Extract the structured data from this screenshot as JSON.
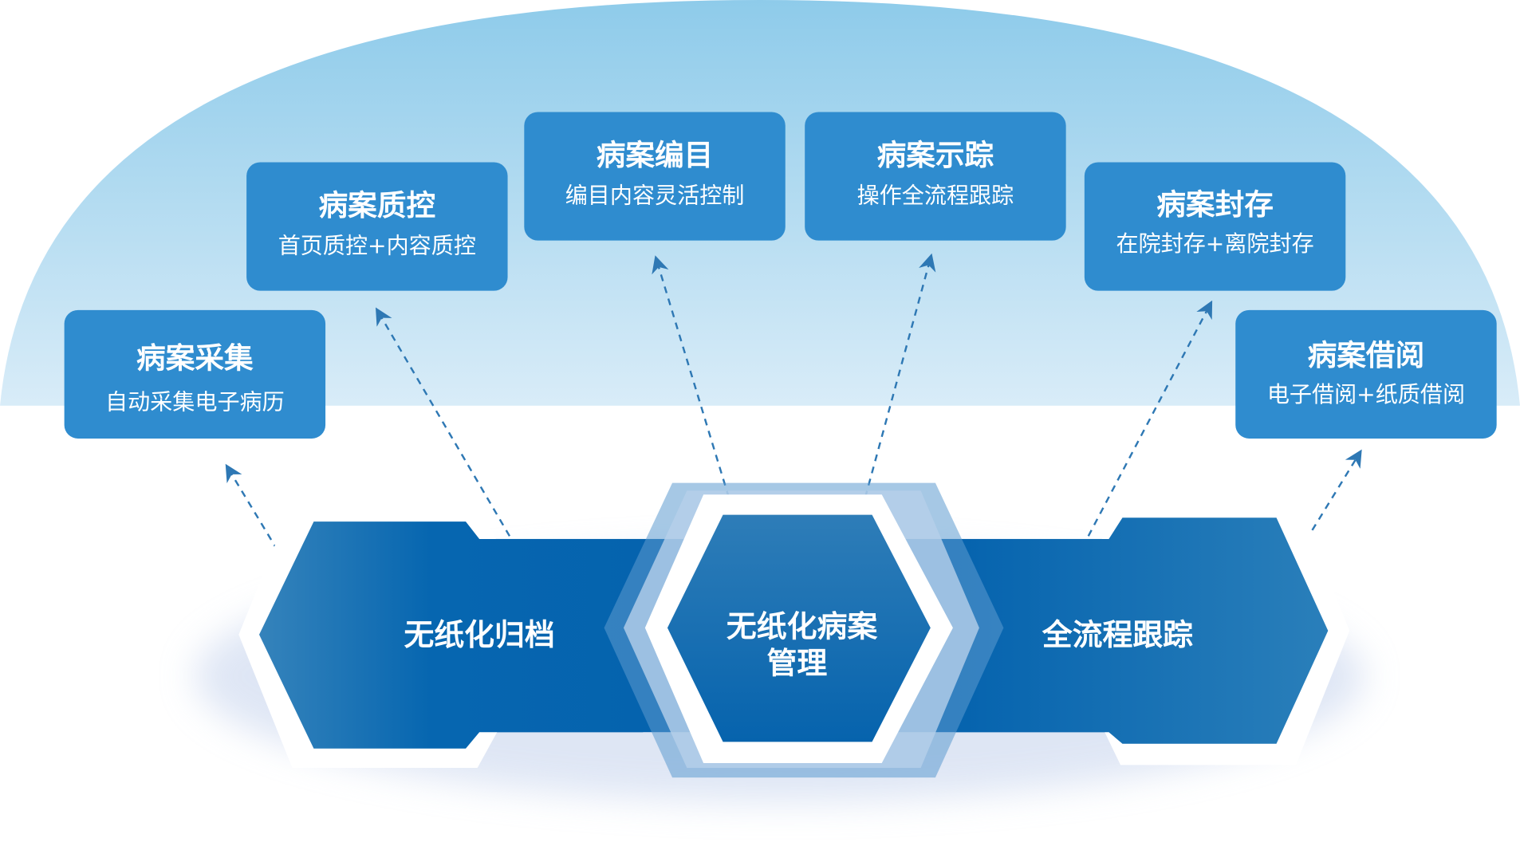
{
  "colors": {
    "box": "#2f8ccf",
    "band": "#0563ae",
    "dome_top": "#8ecbea",
    "arrow": "#2e78b4"
  },
  "boxes": [
    {
      "title": "病案采集",
      "subtitle": "自动采集电子病历"
    },
    {
      "title": "病案质控",
      "subtitle": "首页质控+内容质控"
    },
    {
      "title": "病案编目",
      "subtitle": "编目内容灵活控制"
    },
    {
      "title": "病案示踪",
      "subtitle": "操作全流程跟踪"
    },
    {
      "title": "病案封存",
      "subtitle": "在院封存+离院封存"
    },
    {
      "title": "病案借阅",
      "subtitle": "电子借阅+纸质借阅"
    }
  ],
  "hexagons": {
    "left": "无纸化归档",
    "center_line1": "无纸化病案",
    "center_line2": "管理",
    "right": "全流程跟踪"
  }
}
